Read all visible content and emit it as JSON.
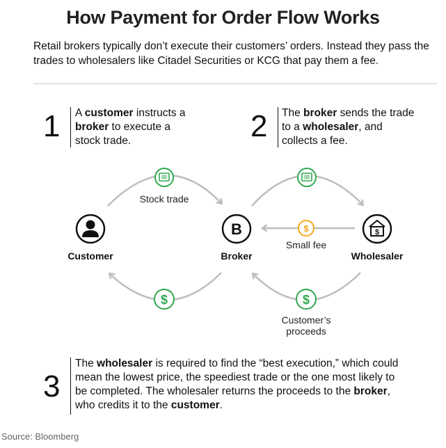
{
  "title": "How Payment for Order Flow Works",
  "subtitle": "Retail brokers typically don’t execute their customers’ orders. Instead they pass the trades to wholesalers like Citadel Securities or KCG that pay them a fee.",
  "steps": [
    {
      "number": "1",
      "segments": [
        {
          "t": "A ",
          "b": false
        },
        {
          "t": "customer",
          "b": true
        },
        {
          "t": " instructs a ",
          "b": false
        },
        {
          "t": "broker",
          "b": true
        },
        {
          "t": " to execute a stock trade.",
          "b": false
        }
      ]
    },
    {
      "number": "2",
      "segments": [
        {
          "t": "The ",
          "b": false
        },
        {
          "t": "broker",
          "b": true
        },
        {
          "t": " sends the trade to a ",
          "b": false
        },
        {
          "t": "wholesaler",
          "b": true
        },
        {
          "t": ", and collects a fee.",
          "b": false
        }
      ]
    },
    {
      "number": "3",
      "segments": [
        {
          "t": "The ",
          "b": false
        },
        {
          "t": "wholesaler",
          "b": true
        },
        {
          "t": " is required to find the “best execution,” which could mean the lowest price, the speediest trade or the one most likely to be completed. The wholesaler returns the proceeds to the ",
          "b": false
        },
        {
          "t": "broker",
          "b": true
        },
        {
          "t": ", who credits it to the ",
          "b": false
        },
        {
          "t": "customer",
          "b": true
        },
        {
          "t": ".",
          "b": false
        }
      ]
    }
  ],
  "nodes": {
    "customer": "Customer",
    "broker": "Broker",
    "broker_letter": "B",
    "wholesaler": "Wholesaler"
  },
  "labels": {
    "stock_trade": "Stock trade",
    "small_fee": "Small fee",
    "customers_proceeds": "Customer’s proceeds"
  },
  "icons": {
    "customer": "person-icon",
    "broker": "broker-b-icon",
    "wholesaler": "wholesaler-bank-icon",
    "stock_trade": "document-icon",
    "fee": "dollar-icon",
    "proceeds": "dollar-icon"
  },
  "colors": {
    "green": "#2fa84f",
    "gold": "#f3a81b",
    "arrow": "#bdbdbd",
    "text": "#111111"
  },
  "source": "Source: Bloomberg"
}
